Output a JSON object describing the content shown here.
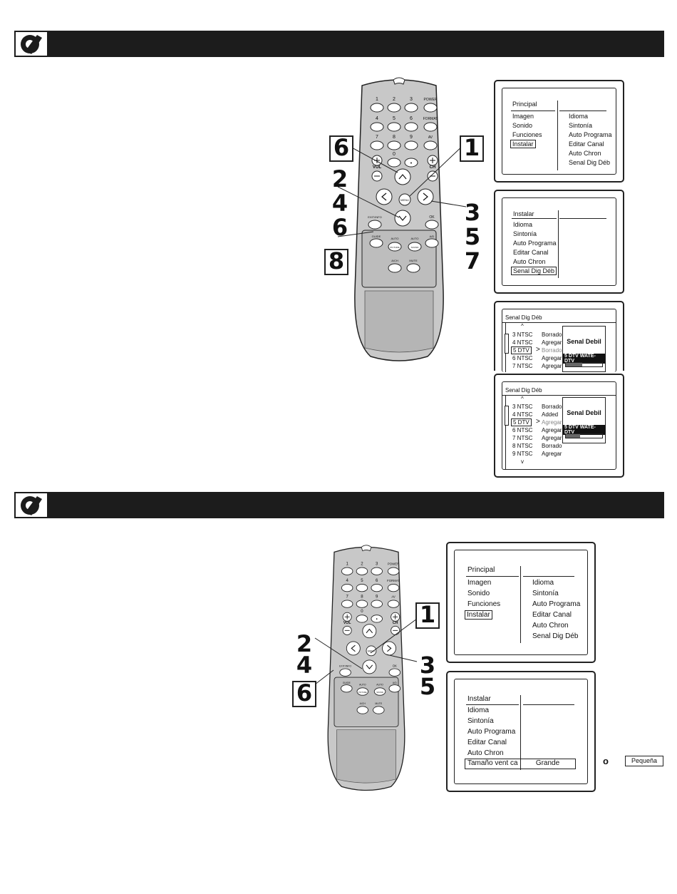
{
  "sections": [
    {
      "remote": {
        "keys_row1": [
          "1",
          "2",
          "3",
          "POWER"
        ],
        "keys_row2": [
          "4",
          "5",
          "6",
          "FORMAT"
        ],
        "keys_row3": [
          "7",
          "8",
          "9",
          "AV"
        ],
        "key_zero": "0",
        "key_dot": "•",
        "vol_label": "VOL",
        "ch_label": "CH",
        "menu_label": "MENU",
        "exit_label": "EXIT/INFO",
        "ok_label": "OK",
        "row_a": [
          "GUIDE",
          "AUTO",
          "AUTO",
          "A/D"
        ],
        "row_a_sub": [
          "",
          "PICTURE",
          "SOUND",
          ""
        ],
        "row_b": [
          "A/CH",
          "MUTE"
        ]
      },
      "callouts": {
        "left_top": "6",
        "left_stack": [
          "2",
          "4",
          "6"
        ],
        "left_bottom": "8",
        "right_top": "1",
        "right_stack": [
          "3",
          "5",
          "7"
        ]
      },
      "screen1": {
        "left": [
          "Principal",
          "Imagen",
          "Sonido",
          "Funciones",
          "Instalar"
        ],
        "right": [
          "Idioma",
          "Sintonía",
          "Auto Programa",
          "Editar Canal",
          "Auto Chron",
          "Senal Dig Déb"
        ]
      },
      "screen2": {
        "items": [
          "Instalar",
          "Idioma",
          "Sintonía",
          "Auto Programa",
          "Editar Canal",
          "Auto Chron",
          "Senal Dig Déb"
        ]
      },
      "screen3": {
        "title": "Senal Dig Déb",
        "up": "^",
        "rows": [
          {
            "ch": "3 NTSC",
            "val": "Borrado"
          },
          {
            "ch": "4 NTSC",
            "val": "Agregar"
          },
          {
            "ch": "5 DTV",
            "val": "Borrado"
          },
          {
            "ch": "6 NTSC",
            "val": "Agregar"
          },
          {
            "ch": "7 NTSC",
            "val": "Agregar"
          }
        ],
        "pointer": ">",
        "dialog_title": "Senal Debil",
        "dialog_bar": "5 DTV WATE-DTV",
        "signal_level": 0.45
      },
      "screen4": {
        "title": "Senal Dig Déb",
        "up": "^",
        "down": "v",
        "rows": [
          {
            "ch": "3 NTSC",
            "val": "Borrado"
          },
          {
            "ch": "4 NTSC",
            "val": "Added"
          },
          {
            "ch": "5 DTV",
            "val": "Agregar"
          },
          {
            "ch": "6 NTSC",
            "val": "Agregar"
          },
          {
            "ch": "7 NTSC",
            "val": "Agregar"
          },
          {
            "ch": "8 NTSC",
            "val": "Borrado"
          },
          {
            "ch": "9 NTSC",
            "val": "Agregar"
          }
        ],
        "pointer": ">",
        "dialog_title": "Senal Debil",
        "dialog_bar": "5 DTV WATE-DTV",
        "signal_level": 0.4
      }
    },
    {
      "callouts": {
        "left_stack": [
          "2",
          "4"
        ],
        "left_bottom": "6",
        "right_top": "1",
        "right_stack": [
          "3",
          "5"
        ]
      },
      "screen1": {
        "left": [
          "Principal",
          "Imagen",
          "Sonido",
          "Funciones",
          "Instalar"
        ],
        "right": [
          "Idioma",
          "Sintonía",
          "Auto Programa",
          "Editar Canal",
          "Auto Chron",
          "Senal Dig Déb"
        ]
      },
      "screen2": {
        "items": [
          "Instalar",
          "Idioma",
          "Sintonía",
          "Auto Programa",
          "Editar Canal",
          "Auto Chron"
        ],
        "last_label": "Tamaño vent ca",
        "last_value": "Grande"
      },
      "alt_connector": "o",
      "alt_value": "Pequeña"
    }
  ],
  "colors": {
    "bar": "#1c1c1c",
    "ink": "#111111",
    "remote_body": "#c8c8c8"
  }
}
